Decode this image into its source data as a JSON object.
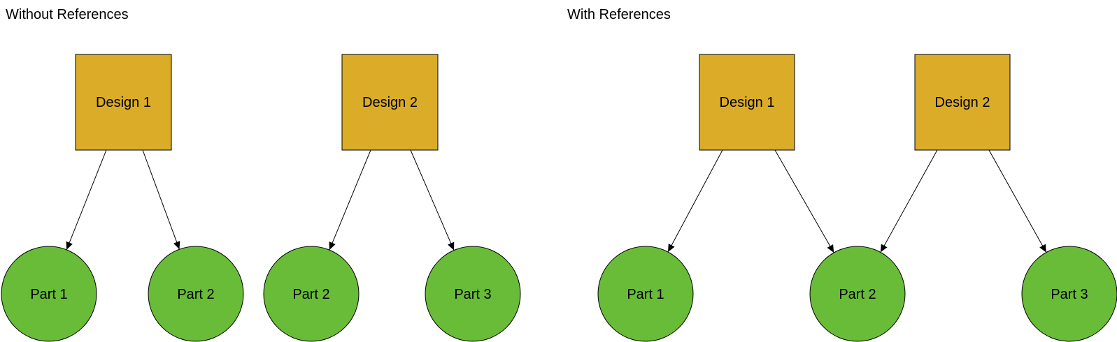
{
  "colors": {
    "design_fill": "#DAAC28",
    "part_fill": "#68BC38",
    "stroke": "#000000"
  },
  "panels": [
    {
      "title": "Without References",
      "designs": [
        {
          "label": "Design 1"
        },
        {
          "label": "Design 2"
        }
      ],
      "parts": [
        {
          "label": "Part 1"
        },
        {
          "label": "Part 2"
        },
        {
          "label": "Part 2"
        },
        {
          "label": "Part 3"
        }
      ],
      "edges": [
        {
          "from": 0,
          "to": 0
        },
        {
          "from": 0,
          "to": 1
        },
        {
          "from": 1,
          "to": 2
        },
        {
          "from": 1,
          "to": 3
        }
      ]
    },
    {
      "title": "With References",
      "designs": [
        {
          "label": "Design 1"
        },
        {
          "label": "Design 2"
        }
      ],
      "parts": [
        {
          "label": "Part 1"
        },
        {
          "label": "Part 2"
        },
        {
          "label": "Part 3"
        }
      ],
      "edges": [
        {
          "from": 0,
          "to": 0
        },
        {
          "from": 0,
          "to": 1
        },
        {
          "from": 1,
          "to": 1
        },
        {
          "from": 1,
          "to": 2
        }
      ]
    }
  ]
}
